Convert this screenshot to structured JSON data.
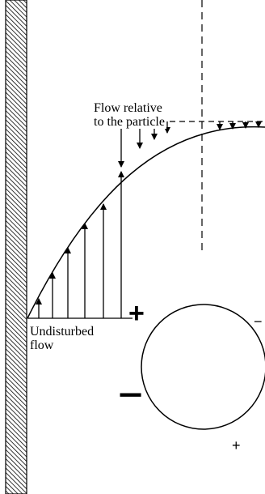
{
  "labels": {
    "flow_relative_line1": "Flow relative",
    "flow_relative_line2": "to the particle",
    "undisturbed_line1": "Undisturbed",
    "undisturbed_line2": "flow"
  },
  "signs": {
    "plus_left": "+",
    "minus_left": "−",
    "minus_right": "−",
    "plus_bottom": "+"
  },
  "colors": {
    "ink": "#000000",
    "background": "#ffffff"
  }
}
